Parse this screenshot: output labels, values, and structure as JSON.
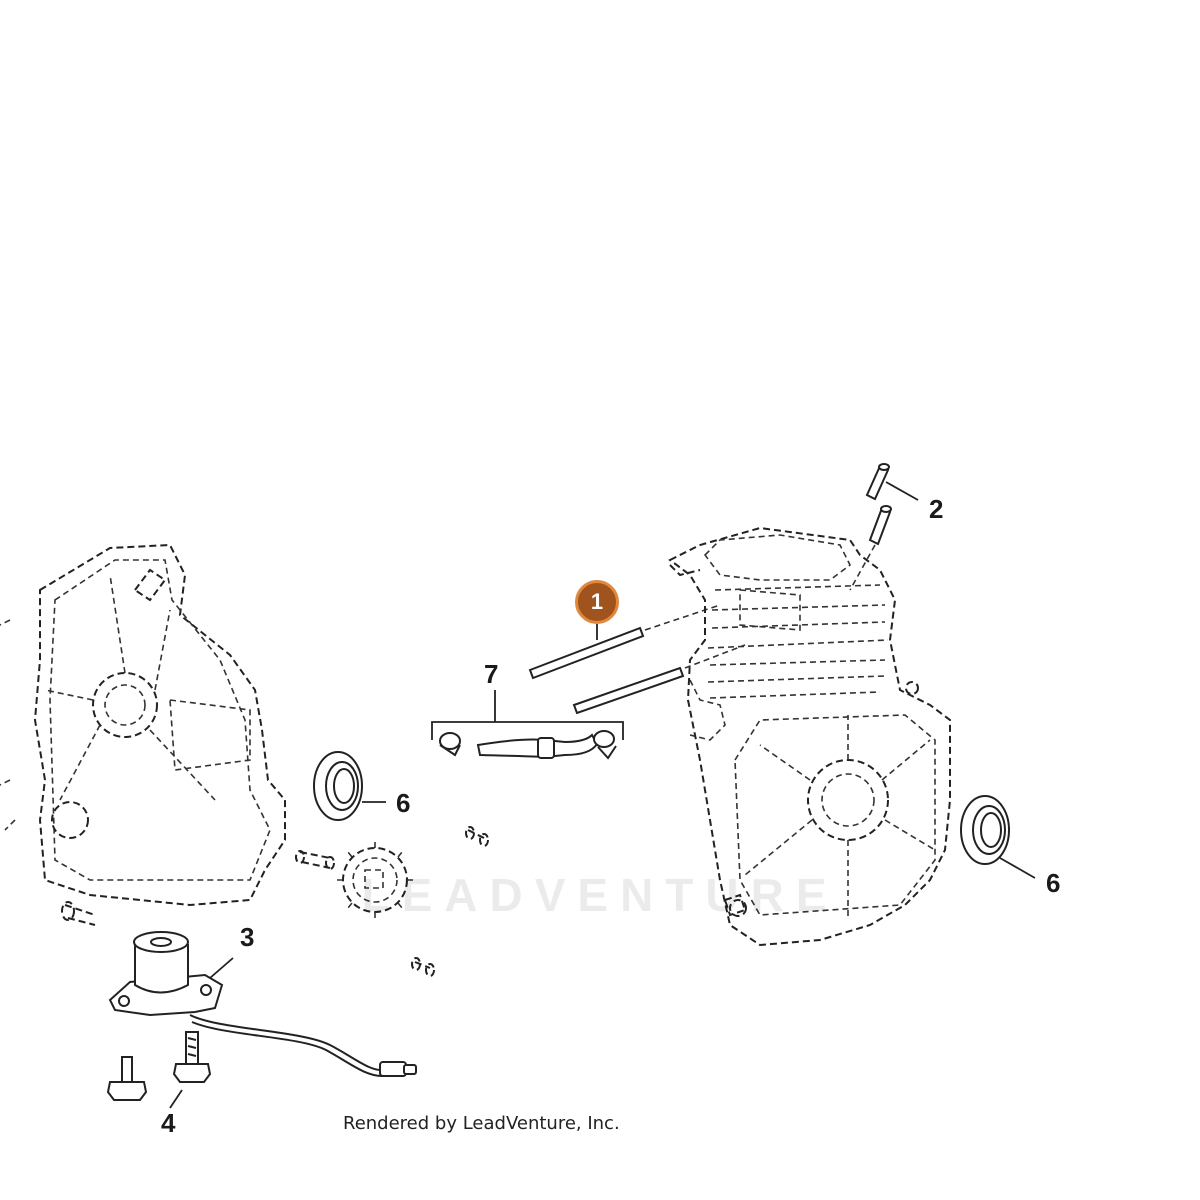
{
  "diagram": {
    "callouts": {
      "c1": "1",
      "c2": "2",
      "c3": "3",
      "c4": "4",
      "c6a": "6",
      "c6b": "6",
      "c7": "7"
    },
    "highlight_color": "#a0531c",
    "watermark": "LEADVENTURE",
    "credit": "Rendered by LeadVenture, Inc."
  }
}
